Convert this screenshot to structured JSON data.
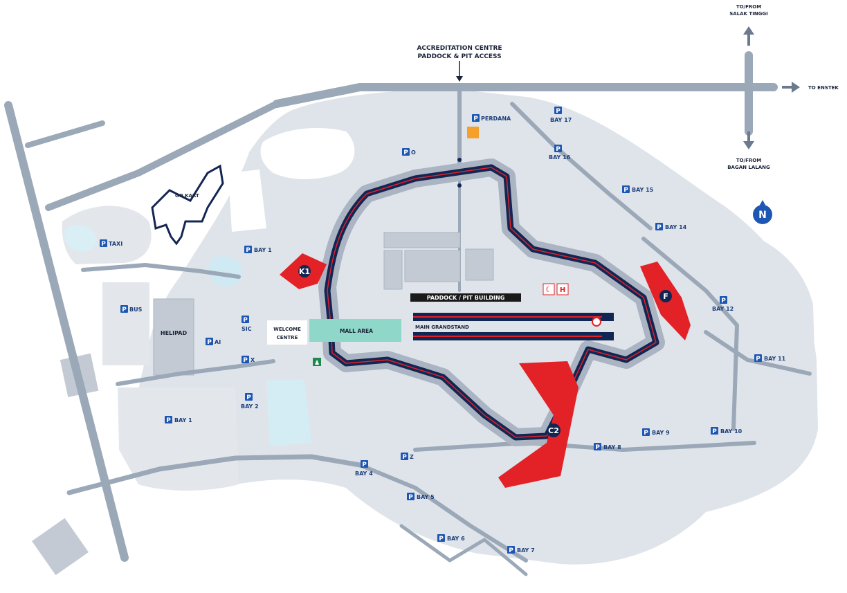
{
  "colors": {
    "track": "#132552",
    "road": "#9ba8b8",
    "land": "#dfe4ea",
    "zone_red": "#e32227",
    "parking_blue": "#1e57b3",
    "mall_teal": "#8fd8c9",
    "accent_orange": "#f5a02a"
  },
  "access": {
    "accreditation_line1": "ACCREDITATION CENTRE",
    "accreditation_line2": "PADDOCK & PIT ACCESS",
    "salak_line1": "TO/FROM",
    "salak_line2": "SALAK TINGGI",
    "enstek": "TO ENSTEK",
    "bagan_line1": "TO/FROM",
    "bagan_line2": "BAGAN LALANG"
  },
  "compass": {
    "letter": "N"
  },
  "facilities": {
    "go_kart": "GO KART",
    "helipad": "HELIPAD",
    "welcome_line1": "WELCOME",
    "welcome_line2": "CENTRE",
    "mall_area": "MALL AREA",
    "paddock": "PADDOCK / PIT BUILDING",
    "main_grandstand": "MAIN GRANDSTAND",
    "helipad_h": "H"
  },
  "zones": {
    "k1": "K1",
    "f": "F",
    "c2": "C2"
  },
  "parking": {
    "badge_letter": "P",
    "taxi": "TAXI",
    "bus": "BUS",
    "bay1_west": "BAY 1",
    "bay1_north": "BAY 1",
    "ai": "AI",
    "sic": "SIC",
    "x": "X",
    "bay2": "BAY 2",
    "o": "O",
    "perdana": "PERDANA",
    "bay17": "BAY 17",
    "bay16": "BAY 16",
    "bay15": "BAY 15",
    "bay14": "BAY 14",
    "bay12": "BAY 12",
    "bay11": "BAY 11",
    "bay10": "BAY 10",
    "bay9": "BAY 9",
    "bay8": "BAY 8",
    "bay7": "BAY 7",
    "bay6": "BAY 6",
    "bay5": "BAY 5",
    "bay4": "BAY 4",
    "z": "Z"
  }
}
